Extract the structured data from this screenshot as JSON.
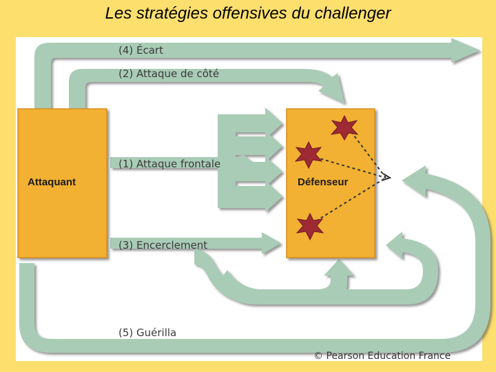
{
  "title": "Les stratégies offensives du challenger",
  "diagram": {
    "attacker_label": "Attaquant",
    "defender_label": "Défenseur",
    "strategies": [
      {
        "label": "(4) Écart"
      },
      {
        "label": "(2) Attaque de côté"
      },
      {
        "label": "(1) Attaque frontale"
      },
      {
        "label": "(3) Encerclement"
      },
      {
        "label": "(5) Guérilla"
      }
    ],
    "copyright": "© Pearson Education France"
  },
  "colors": {
    "background": "#fddf6d",
    "arrow_fill": "#a9ccb6",
    "box_fill": "#f2b130",
    "star_fill": "#9e2a33"
  }
}
